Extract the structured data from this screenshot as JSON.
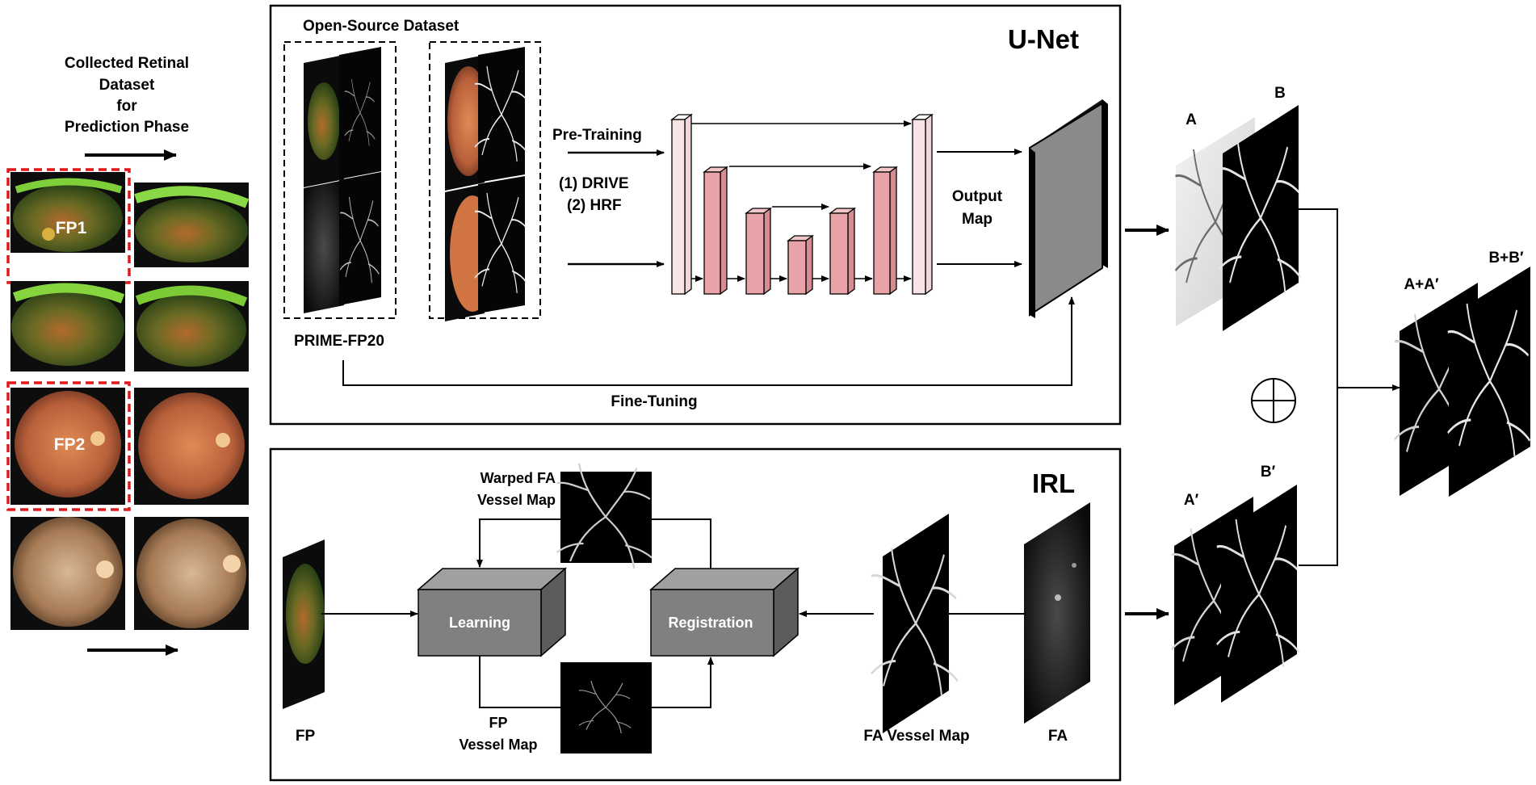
{
  "left_panel": {
    "heading": [
      "Collected Retinal",
      "Dataset",
      "for",
      "Prediction Phase"
    ],
    "fp1_label": "FP1",
    "fp2_label": "FP2"
  },
  "unet_panel": {
    "title": "U-Net",
    "dataset_label": "Open-Source Dataset",
    "prime_label": "PRIME-FP20",
    "pretraining_label": "Pre-Training",
    "drive_label": "(1)  DRIVE",
    "hrf_label": "(2) HRF",
    "output_label": [
      "Output",
      "Map"
    ],
    "finetuning_label": "Fine-Tuning"
  },
  "irl_panel": {
    "title": "IRL",
    "learning_label": "Learning",
    "registration_label": "Registration",
    "warped_label": [
      "Warped FA",
      "Vessel Map"
    ],
    "fp_vessel_label": [
      "FP",
      "Vessel Map"
    ],
    "fp_label": "FP",
    "fa_vessel_label": "FA Vessel Map",
    "fa_label": "FA"
  },
  "results": {
    "a_label": "A",
    "b_label": "B",
    "a_prime_label": "A′",
    "b_prime_label": "B′",
    "a_sum_label": "A+A′",
    "b_sum_label": "B+B′"
  },
  "colors": {
    "unet_pink": "#e7a3a7",
    "unet_light_pink": "#f8e3e5",
    "box_gray": "#808080",
    "fundus_orange": "#c96a3e",
    "fundus_green": "#4e7a2a",
    "dashed_red": "#e0191b"
  }
}
